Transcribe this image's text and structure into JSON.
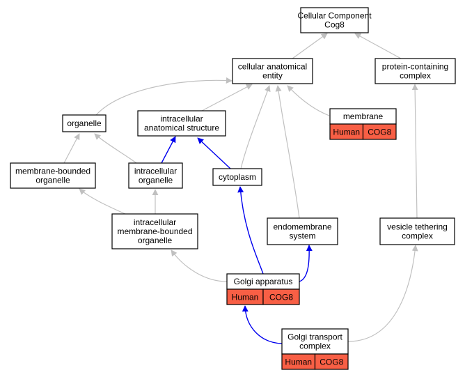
{
  "colors": {
    "gray_edge": "#c0c0c0",
    "blue_edge": "#0000ee",
    "tag_fill": "#f85f45",
    "node_fill": "#ffffff",
    "node_stroke": "#000000"
  },
  "nodes": [
    {
      "id": "cellular-component",
      "lines": [
        "Cellular Component",
        "Cog8"
      ]
    },
    {
      "id": "cellular-anatomical-entity",
      "lines": [
        "cellular anatomical",
        "entity"
      ]
    },
    {
      "id": "protein-containing-complex",
      "lines": [
        "protein-containing",
        "complex"
      ]
    },
    {
      "id": "organelle",
      "lines": [
        "organelle"
      ]
    },
    {
      "id": "intracellular-anatomical-structure",
      "lines": [
        "intracellular",
        "anatomical structure"
      ]
    },
    {
      "id": "membrane",
      "lines": [
        "membrane"
      ],
      "tags": [
        "Human",
        "COG8"
      ]
    },
    {
      "id": "membrane-bounded-organelle",
      "lines": [
        "membrane-bounded",
        "organelle"
      ]
    },
    {
      "id": "intracellular-organelle",
      "lines": [
        "intracellular",
        "organelle"
      ]
    },
    {
      "id": "cytoplasm",
      "lines": [
        "cytoplasm"
      ]
    },
    {
      "id": "intracellular-membrane-bounded-organelle",
      "lines": [
        "intracellular",
        "membrane-bounded",
        "organelle"
      ]
    },
    {
      "id": "endomembrane-system",
      "lines": [
        "endomembrane",
        "system"
      ]
    },
    {
      "id": "vesicle-tethering-complex",
      "lines": [
        "vesicle tethering",
        "complex"
      ]
    },
    {
      "id": "golgi-apparatus",
      "lines": [
        "Golgi apparatus"
      ],
      "tags": [
        "Human",
        "COG8"
      ]
    },
    {
      "id": "golgi-transport-complex",
      "lines": [
        "Golgi transport",
        "complex"
      ],
      "tags": [
        "Human",
        "COG8"
      ]
    }
  ],
  "edges": [
    {
      "from": "cellular-anatomical-entity",
      "to": "cellular-component",
      "kind": "gray"
    },
    {
      "from": "protein-containing-complex",
      "to": "cellular-component",
      "kind": "gray"
    },
    {
      "from": "organelle",
      "to": "cellular-anatomical-entity",
      "kind": "gray"
    },
    {
      "from": "intracellular-anatomical-structure",
      "to": "cellular-anatomical-entity",
      "kind": "gray"
    },
    {
      "from": "membrane",
      "to": "cellular-anatomical-entity",
      "kind": "gray"
    },
    {
      "from": "cytoplasm",
      "to": "cellular-anatomical-entity",
      "kind": "gray"
    },
    {
      "from": "endomembrane-system",
      "to": "cellular-anatomical-entity",
      "kind": "gray"
    },
    {
      "from": "membrane-bounded-organelle",
      "to": "organelle",
      "kind": "gray"
    },
    {
      "from": "intracellular-organelle",
      "to": "organelle",
      "kind": "gray"
    },
    {
      "from": "intracellular-organelle",
      "to": "intracellular-anatomical-structure",
      "kind": "blue"
    },
    {
      "from": "cytoplasm",
      "to": "intracellular-anatomical-structure",
      "kind": "blue"
    },
    {
      "from": "intracellular-membrane-bounded-organelle",
      "to": "membrane-bounded-organelle",
      "kind": "gray"
    },
    {
      "from": "intracellular-membrane-bounded-organelle",
      "to": "intracellular-organelle",
      "kind": "gray"
    },
    {
      "from": "golgi-apparatus",
      "to": "intracellular-membrane-bounded-organelle",
      "kind": "gray"
    },
    {
      "from": "golgi-apparatus",
      "to": "cytoplasm",
      "kind": "blue"
    },
    {
      "from": "golgi-apparatus",
      "to": "endomembrane-system",
      "kind": "blue"
    },
    {
      "from": "vesicle-tethering-complex",
      "to": "protein-containing-complex",
      "kind": "gray"
    },
    {
      "from": "golgi-transport-complex",
      "to": "golgi-apparatus",
      "kind": "blue"
    },
    {
      "from": "golgi-transport-complex",
      "to": "vesicle-tethering-complex",
      "kind": "gray"
    }
  ]
}
